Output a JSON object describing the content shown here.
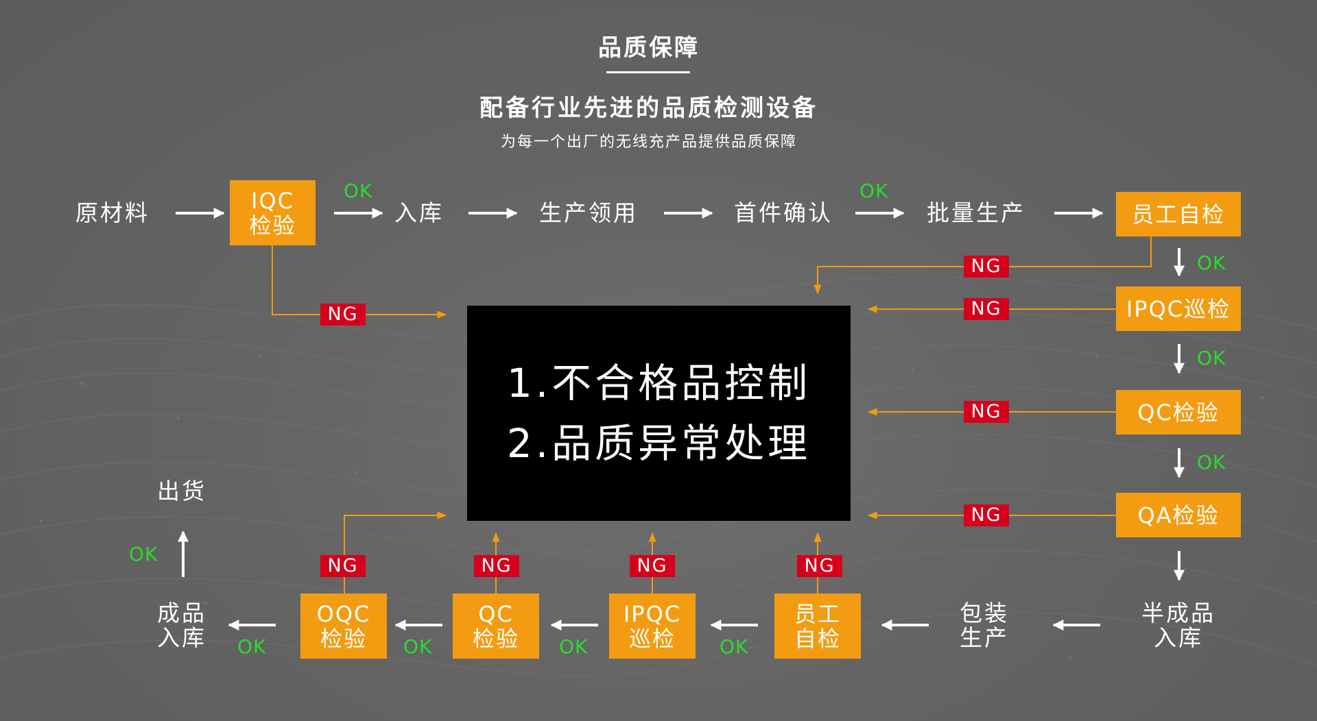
{
  "header": {
    "title": "品质保障",
    "subtitle": "配备行业先进的品质检测设备",
    "tagline": "为每一个出厂的无线充产品提供品质保障"
  },
  "colors": {
    "background": "#646464",
    "inspection_box": "#f39c12",
    "ng_badge": "#d6001c",
    "ok_text": "#2bdc2b",
    "center_box": "#000000"
  },
  "flow_top": {
    "raw_material": "原材料",
    "iqc_line1": "IQC",
    "iqc_line2": "检验",
    "warehousing": "入库",
    "production_pick": "生产领用",
    "first_article": "首件确认",
    "mass_production": "批量生产",
    "self_check": "员工自检"
  },
  "flow_right": {
    "ipqc_patrol": "IPQC巡检",
    "qc_inspection": "QC检验",
    "qa_inspection": "QA检验",
    "semi_line1": "半成品",
    "semi_line2": "入库"
  },
  "flow_bottom": {
    "packing_line1": "包装",
    "packing_line2": "生产",
    "self_line1": "员工",
    "self_line2": "自检",
    "ipqc_line1": "IPQC",
    "ipqc_line2": "巡检",
    "qc_line1": "QC",
    "qc_line2": "检验",
    "oqc_line1": "OQC",
    "oqc_line2": "检验",
    "fg_line1": "成品",
    "fg_line2": "入库",
    "shipment": "出货"
  },
  "center": {
    "line1": "1.不合格品控制",
    "line2": "2.品质异常处理"
  },
  "labels": {
    "ok": "OK",
    "ng": "NG"
  }
}
